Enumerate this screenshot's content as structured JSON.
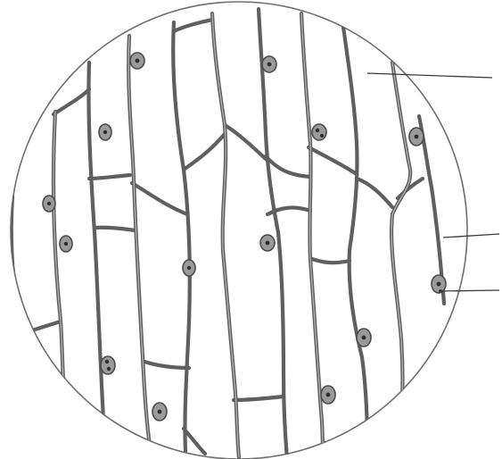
{
  "figure": {
    "subject": "plant-epidermal-cells-microscope-view",
    "colors": {
      "wall": "#5f5f5f",
      "rim": "#6e6e6e",
      "nucleus_fill": "#9a9a9a",
      "nucleolus": "#2e2e2e",
      "leader": "#3a3a3a"
    },
    "labels": [
      {
        "id": "label-1",
        "text": ""
      },
      {
        "id": "label-2",
        "text": ""
      },
      {
        "id": "label-3",
        "text": ""
      }
    ]
  }
}
